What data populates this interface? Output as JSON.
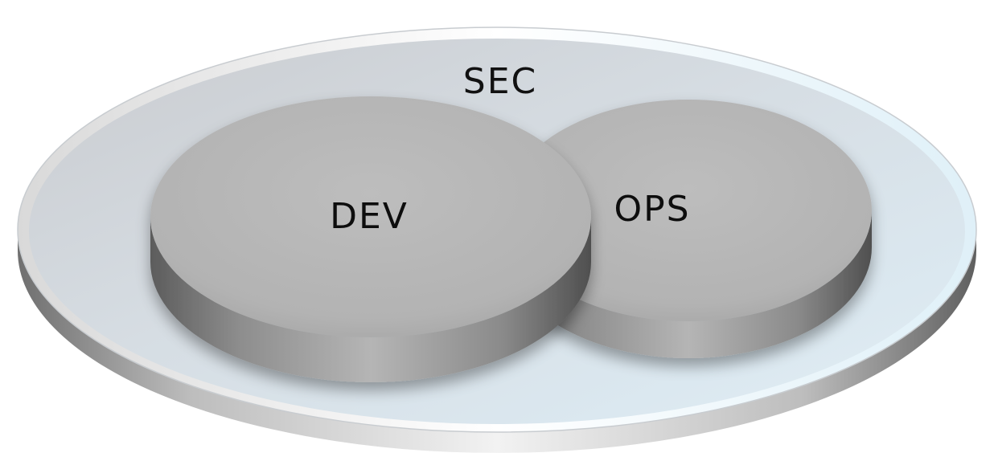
{
  "diagram": {
    "outer_disc": {
      "label": "SEC",
      "face_color": "#d7e2ea",
      "rim_color": "#f4f6f8",
      "side_color": "#8f8f8f"
    },
    "left_disc": {
      "label": "DEV",
      "face_color": "#b9b9b9",
      "side_color": "#7a7a7a"
    },
    "right_disc": {
      "label": "OPS",
      "face_color": "#b9b9b9",
      "side_color": "#7a7a7a"
    }
  }
}
